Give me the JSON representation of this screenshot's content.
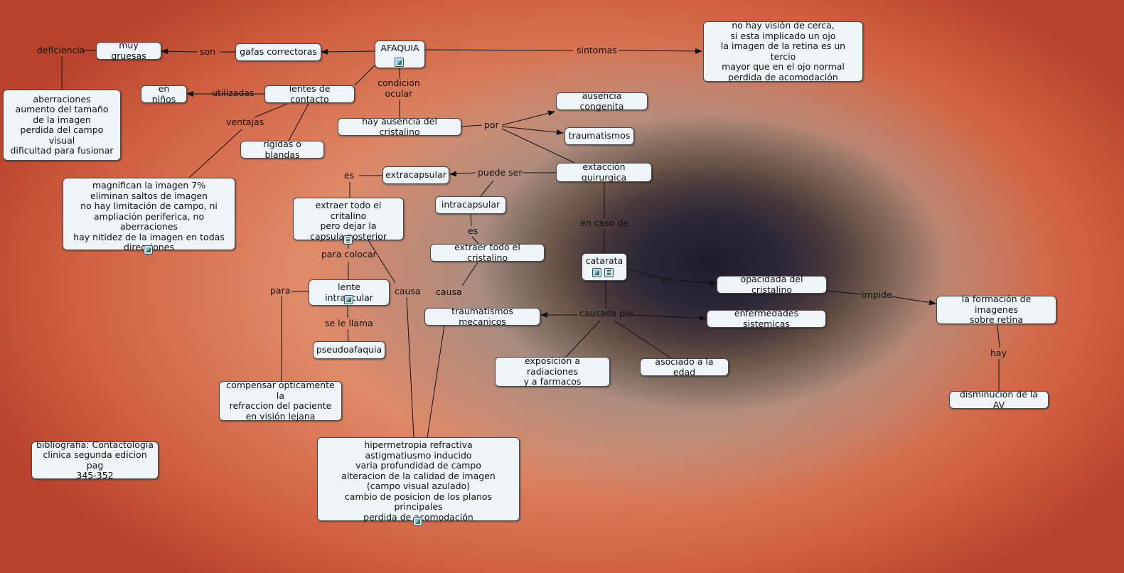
{
  "nodes": {
    "afaquia": "AFAQUIA",
    "gafas": "gafas correctoras",
    "muy_gruesas": "muy gruesas",
    "aberraciones": "aberraciones\naumento del tamaño\nde la imagen\nperdida del campo visual\ndificultad para fusionar",
    "en_ninos": "en niños",
    "lentes_contacto": "lentes de contacto",
    "rigidas": "rigidas o blandas",
    "magnifican": "magnifican la imagen 7%\neliminan saltos de imagen\nno hay limitación de campo, ni\nampliación periferica, no aberraciones\nhay nitidez de la imagen en todas\ndirecciones",
    "sintomas_box": "no hay visión de cerca,\nsi esta implicado un ojo\nla imagen de la retina es un tercio\nmayor que en el ojo normal\nperdida de acomodación",
    "hay_ausencia": "hay ausencia del cristalino",
    "ausencia_congenita": "ausencia congenita",
    "traumatismos": "traumatismos",
    "extaccion": "extacción quirurgica",
    "extracapsular": "extracapsular",
    "intracapsular": "intracapsular",
    "extraer_capsula": "extraer todo el critalino\npero dejar la\ncapsula posterior",
    "extraer_todo": "extraer todo el cristalino",
    "catarata": "catarata",
    "opacidad": "opacidada del cristalino",
    "formacion": "la formación de imagenes\nsobre retina",
    "disminucion": "disminucion de la AV",
    "lente_intraocular": "lente intraocular",
    "pseudoafaquia": "pseudoafaquia",
    "traumatismos_mec": "traumatismos mecanicos",
    "enfermedades": "enfermedades sistemicas",
    "exposicion": "exposición a radiaciones\ny a farmacos",
    "asociado": "asociado a la edad",
    "compensar": "compensar opticamente la\nrefraccion del paciente\nen visión lejana",
    "hipermetropia": "hipermetropia refractiva\nastigmatiusmo inducido\nvaria profundidad de campo\nalteracion de la calidad de imagen\n(campo visual azulado)\ncambio de posicion de  los planos principales\nperdida de acomodación",
    "bibliografia": "bibliografia: Contactologia\nclinica segunda edicion pag\n345-352"
  },
  "links": {
    "deficiencia": "deficiencia",
    "son": "son",
    "utilizadas": "utilizadas",
    "ventajas": "ventajas",
    "sintomas": "sintomas",
    "condicion": "condicion\nocular",
    "por": "por",
    "puede_ser": "puede ser",
    "es1": "es",
    "es2": "es",
    "en_caso_de": "en caso de",
    "es3": "es",
    "impide": "impide",
    "hay": "hay",
    "para_colocar": "para colocar",
    "para": "para",
    "causa1": "causa",
    "causa2": "causa",
    "se_le_llama": "se le llama",
    "causada_por": "causada por"
  },
  "colors": {
    "node_bg": "#eef4f8",
    "line": "#111111",
    "photo": "eye close-up with cataract"
  }
}
